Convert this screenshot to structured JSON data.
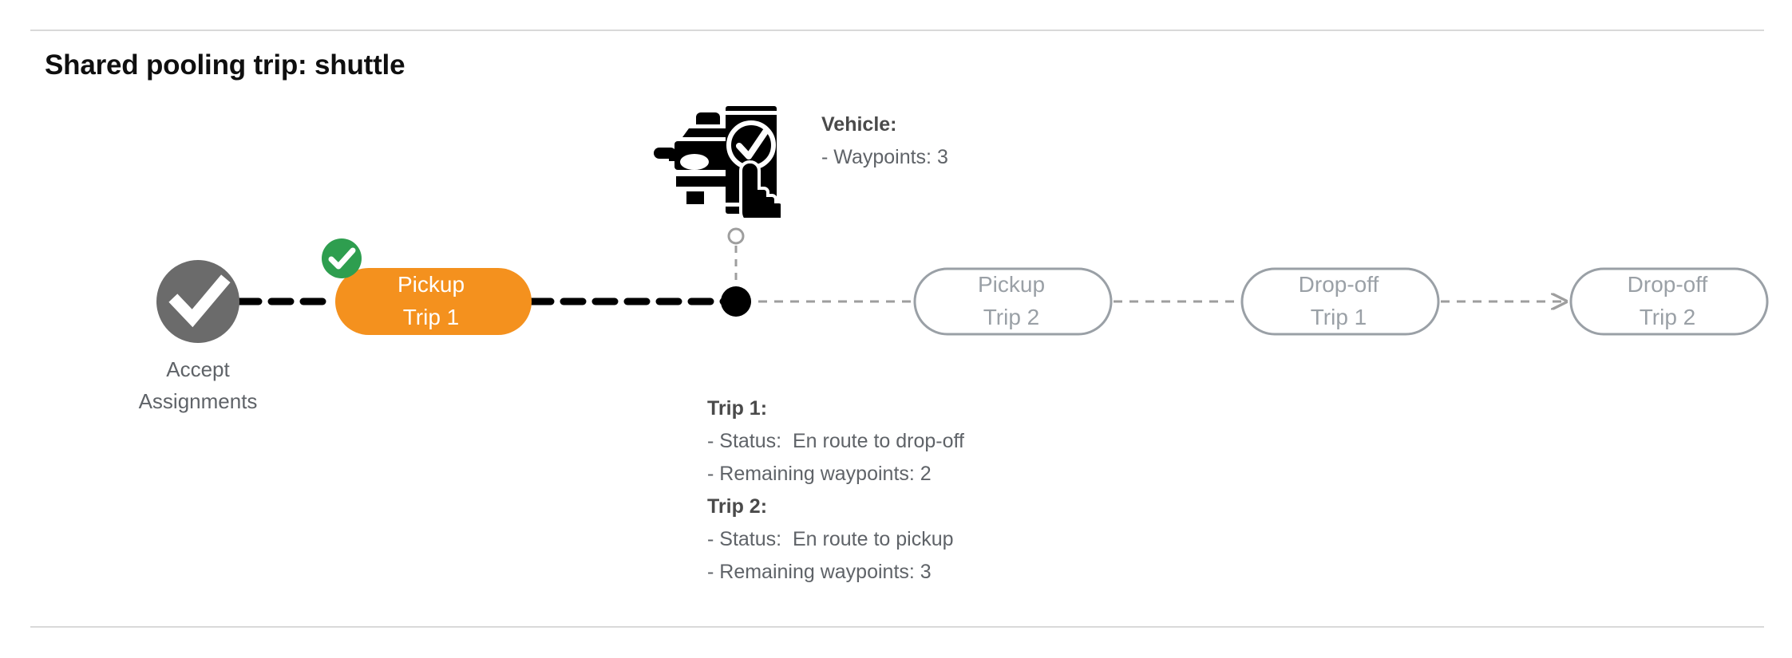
{
  "page": {
    "title": "Shared pooling trip: shuttle"
  },
  "colors": {
    "accent_orange": "#F4911E",
    "badge_green": "#2E9E4F",
    "node_gray": "#6B6B6B",
    "ghost_outline": "#9aa0a6",
    "text_gray": "#5f6368",
    "divider": "#d9d9d9",
    "active_path": "#000000",
    "pending_path": "#9e9e9e"
  },
  "vehicle": {
    "icon": "car-phone-check-icon",
    "heading": "Vehicle",
    "heading_suffix": ":",
    "lines": [
      "- Waypoints: 3"
    ]
  },
  "trips": [
    {
      "heading": "Trip 1",
      "heading_suffix": ":",
      "status_label": "- Status:",
      "status_value": "En route to drop-off",
      "waypoints_line": "- Remaining waypoints: 2"
    },
    {
      "heading": "Trip 2",
      "heading_suffix": ":",
      "status_label": "- Status:",
      "status_value": "En route to pickup",
      "waypoints_line": "- Remaining waypoints: 3"
    }
  ],
  "flow": {
    "start_node": {
      "icon": "check-circle-icon",
      "caption_line1": "Accept",
      "caption_line2": "Assignments",
      "state": "completed"
    },
    "nodes": [
      {
        "id": "pickup-trip-1",
        "line1": "Pickup",
        "line2": "Trip 1",
        "state": "completed",
        "style": "filled",
        "badge": "check-badge-icon"
      },
      {
        "id": "pickup-trip-2",
        "line1": "Pickup",
        "line2": "Trip 2",
        "state": "pending",
        "style": "ghost",
        "badge": null
      },
      {
        "id": "dropoff-trip-1",
        "line1": "Drop-off",
        "line2": "Trip 1",
        "state": "pending",
        "style": "ghost",
        "badge": null
      },
      {
        "id": "dropoff-trip-2",
        "line1": "Drop-off",
        "line2": "Trip 2",
        "state": "pending",
        "style": "ghost",
        "badge": null
      }
    ],
    "current_position_marker": "vehicle-position-dot",
    "current_position_anchor": "vehicle-anchor-circle"
  }
}
